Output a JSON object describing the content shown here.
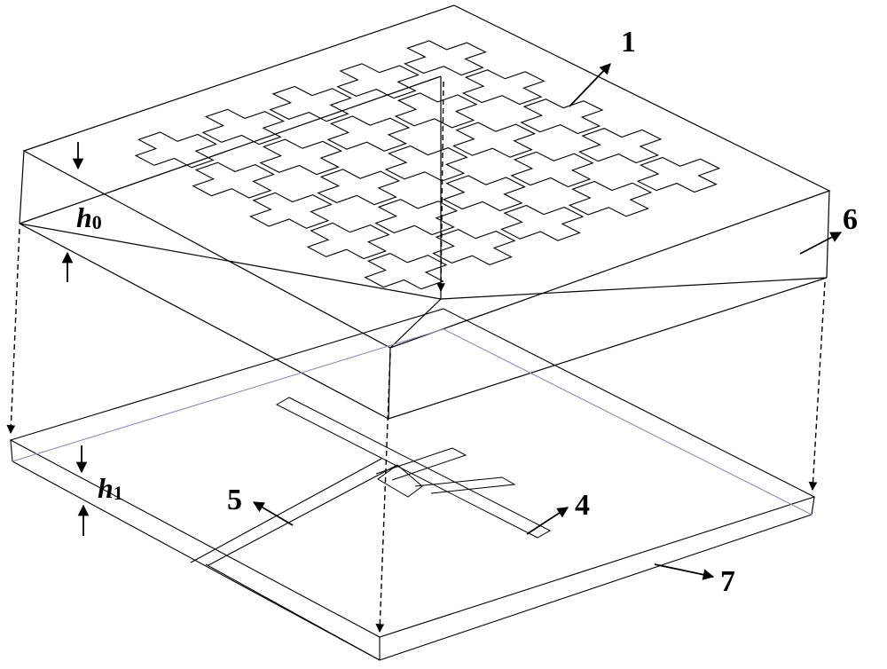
{
  "figure": {
    "callouts": {
      "c1": "1",
      "c4": "4",
      "c5": "5",
      "c6": "6",
      "c7": "7"
    },
    "dimensions": {
      "h0": {
        "symbol": "h",
        "subscript": "0"
      },
      "h1": {
        "symbol": "h",
        "subscript": "1"
      }
    },
    "colors": {
      "outline": "#000000",
      "thin_edge": "#8a8ac0"
    }
  }
}
